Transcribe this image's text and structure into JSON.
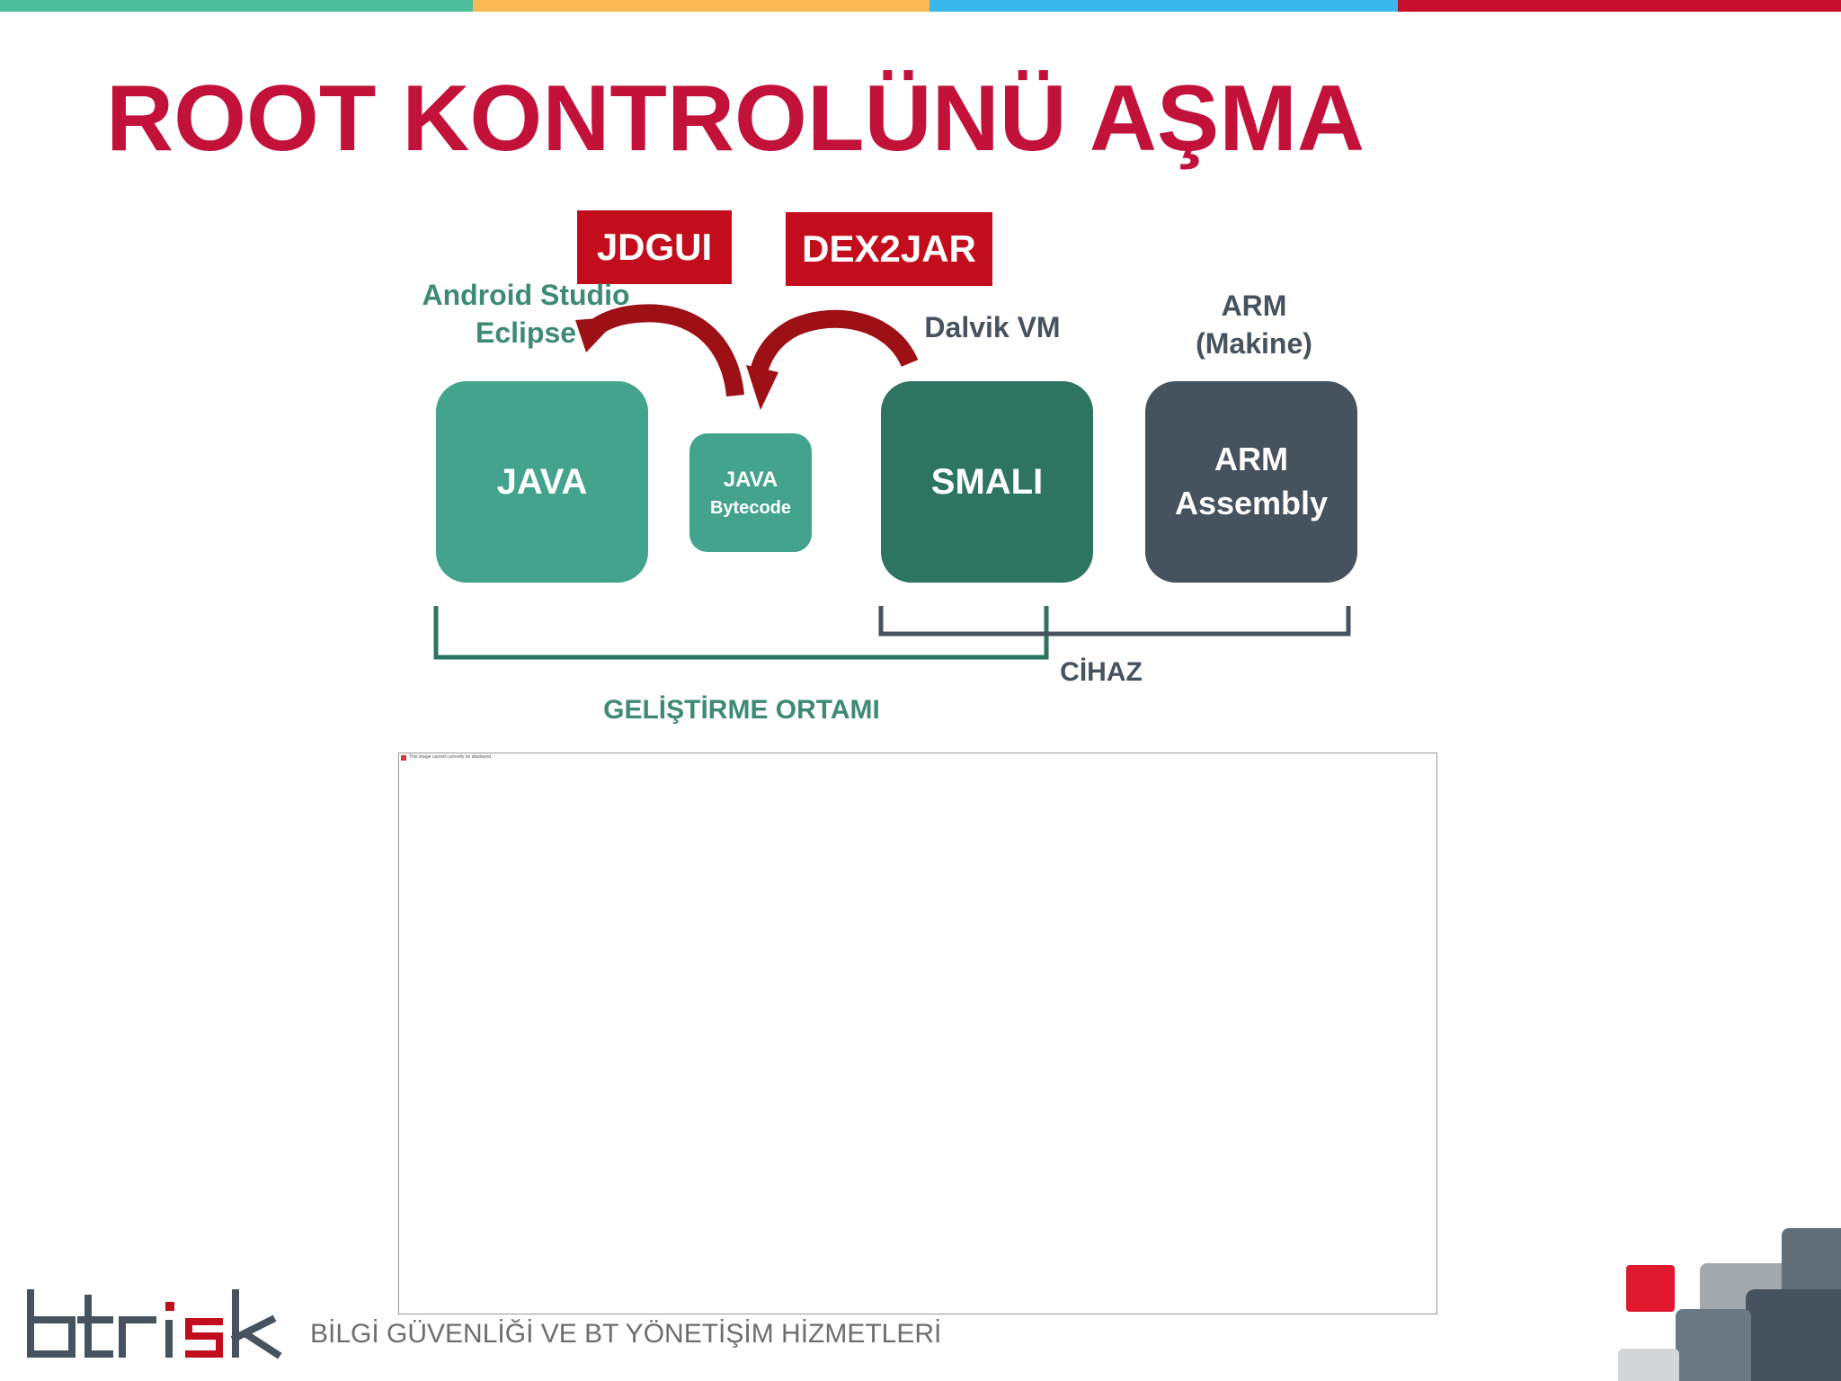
{
  "title": "ROOT KONTROLÜNÜ AŞMA",
  "top_strip_colors": [
    "#4dbf9d",
    "#f9b955",
    "#3ab8ec",
    "#c8102e"
  ],
  "diagram": {
    "tags": {
      "jdgui": "JDGUI",
      "dex2jar": "DEX2JAR"
    },
    "labels": {
      "android_studio": "Android Studio",
      "eclipse": "Eclipse",
      "dalvik_vm": "Dalvik VM",
      "arm": "ARM",
      "makine": "(Makine)"
    },
    "boxes": {
      "java": "JAVA",
      "java_bytecode_line1": "JAVA",
      "java_bytecode_line2": "Bytecode",
      "smali": "SMALI",
      "arm_assembly_line1": "ARM",
      "arm_assembly_line2": "Assembly"
    },
    "brackets": {
      "cihaz": "CİHAZ",
      "gelistirme": "GELİŞTİRME ORTAMI"
    },
    "colors": {
      "java": "#44a38d",
      "bytecode": "#44a38d",
      "smali": "#2e7561",
      "arm": "#46535f",
      "tag": "#c40d1c",
      "arrow": "#9d1015"
    }
  },
  "placeholder": {
    "message": "This image cannot currently be displayed."
  },
  "footer": {
    "logo_text": "btrisk",
    "tagline": "BİLGİ GÜVENLİĞİ VE BT YÖNETİŞİM HİZMETLERİ"
  }
}
